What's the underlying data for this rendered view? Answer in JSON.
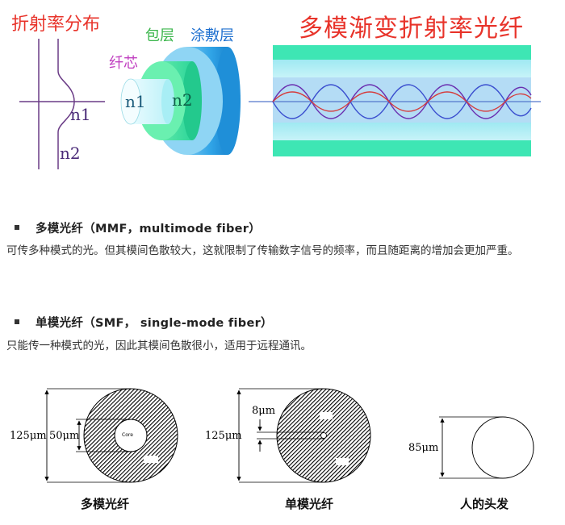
{
  "top_figure": {
    "ri_title": "折射率分布",
    "n1": "n1",
    "n2": "n2",
    "core_label": "纤芯",
    "cladding_label": "包层",
    "coating_label": "涂敷层",
    "cyl_n1": "n1",
    "cyl_n2": "n2",
    "graded_title": "多模渐变折射率光纤"
  },
  "mmf": {
    "heading": "多模光纤（MMF，multimode fiber）",
    "text": "可传多种模式的光。但其模间色散较大，这就限制了传输数字信号的频率，而且随距离的增加会更加严重。"
  },
  "smf": {
    "heading": "单模光纤（SMF， single-mode fiber）",
    "text": "只能传一种模式的光，因此其模间色散很小，适用于远程通讯。"
  },
  "bottom_figure": {
    "mm_outer": "125μm",
    "mm_inner": "50μm",
    "mm_core_word": "Core",
    "mm_caption": "多模光纤",
    "sm_outer": "125μm",
    "sm_inner": "8μm",
    "sm_caption": "单模光纤",
    "hair_dim": "85μm",
    "hair_caption": "人的头发"
  },
  "colors": {
    "title_red": "#e8332a",
    "cladding_green": "#39b54a",
    "coating_blue": "#1d6fcf",
    "core_magenta": "#c03ec0",
    "fiber_band_teal": "#3ee6b4",
    "fiber_core_blue": "#b4dcf5"
  }
}
